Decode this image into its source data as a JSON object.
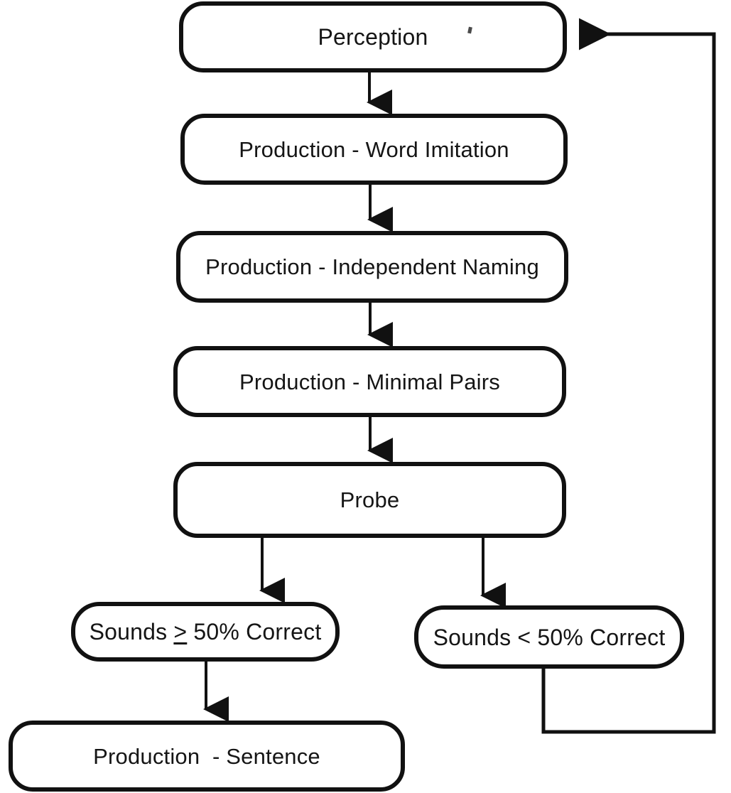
{
  "diagram": {
    "title": "Speech Therapy Treatment Sequence Flowchart",
    "background_color": "#ffffff",
    "line_color": "#111111",
    "nodes": [
      {
        "id": "perception",
        "label": "Perception"
      },
      {
        "id": "word_imitation",
        "label": "Production - Word Imitation"
      },
      {
        "id": "independent",
        "label": "Production - Independent Naming"
      },
      {
        "id": "minimal_pairs",
        "label": "Production - Minimal Pairs"
      },
      {
        "id": "probe",
        "label": "Probe"
      },
      {
        "id": "sounds_ge",
        "label_prefix": "Sounds ",
        "label_symbol": ">",
        "label_suffix": " 50% Correct"
      },
      {
        "id": "sounds_lt",
        "label": "Sounds < 50% Correct"
      },
      {
        "id": "sentence",
        "label": "Production  - Sentence"
      }
    ],
    "edges": [
      {
        "from": "perception",
        "to": "word_imitation",
        "kind": "arrow-down"
      },
      {
        "from": "word_imitation",
        "to": "independent",
        "kind": "arrow-down"
      },
      {
        "from": "independent",
        "to": "minimal_pairs",
        "kind": "arrow-down"
      },
      {
        "from": "minimal_pairs",
        "to": "probe",
        "kind": "arrow-down"
      },
      {
        "from": "probe",
        "to": "sounds_ge",
        "kind": "arrow-down-branch-left"
      },
      {
        "from": "probe",
        "to": "sounds_lt",
        "kind": "arrow-down-branch-right"
      },
      {
        "from": "sounds_ge",
        "to": "sentence",
        "kind": "arrow-down"
      },
      {
        "from": "sounds_lt",
        "to": "perception",
        "kind": "feedback-loop-right"
      }
    ]
  }
}
